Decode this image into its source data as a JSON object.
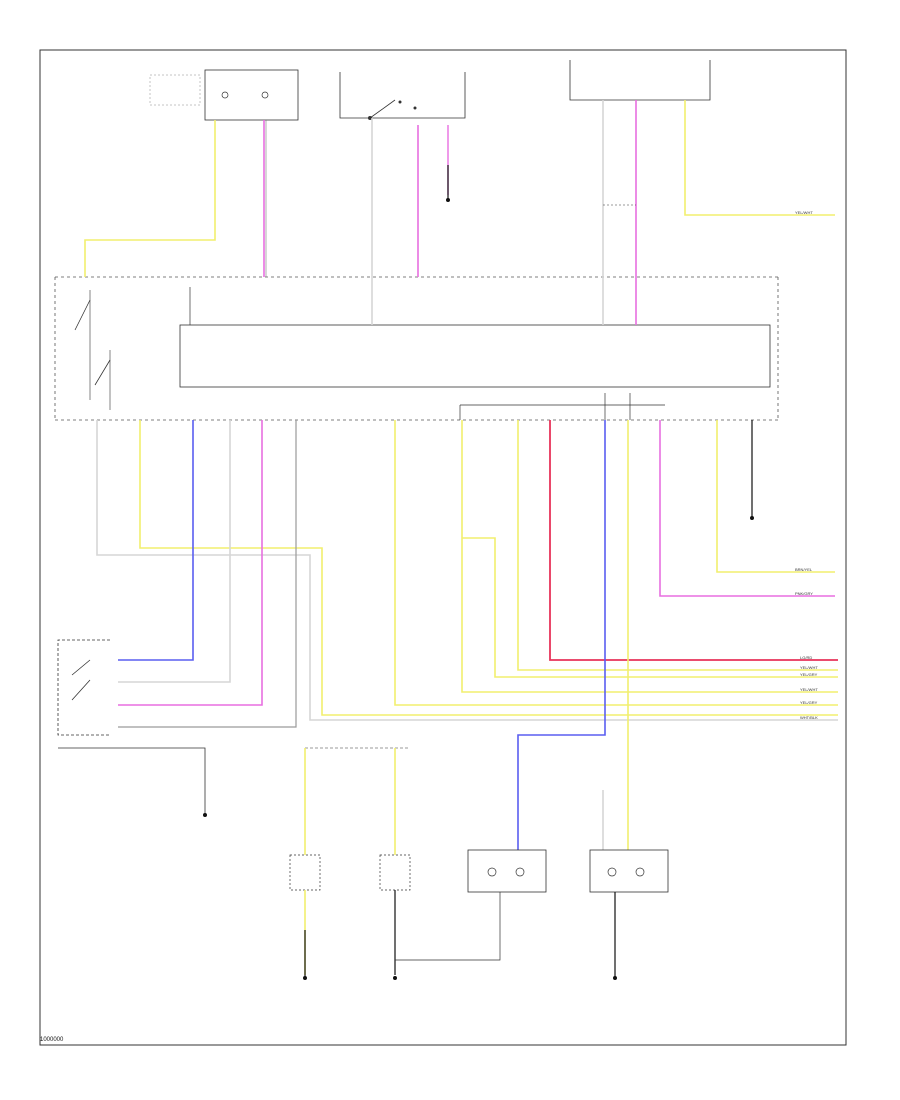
{
  "figure": {
    "id": "1000000"
  },
  "colors": {
    "wire_yellow": "#f2ef6e",
    "wire_pink": "#e86fe0",
    "wire_blue": "#5a5ef0",
    "wire_red": "#e8335a",
    "wire_white": "#d6d6d6",
    "wire_gray": "#9a9a9a",
    "wire_black": "#111111",
    "line": "#222222"
  },
  "wire_labels": {
    "right_outputs": [
      "LG/RD",
      "YEL/WHT",
      "YEL/GRY",
      "YEL/WHT",
      "YEL/GRY",
      "WHT/BLK"
    ],
    "right_upper": [
      "YEL/WHT",
      "BRN/YEL",
      "PNK/GRY"
    ]
  }
}
